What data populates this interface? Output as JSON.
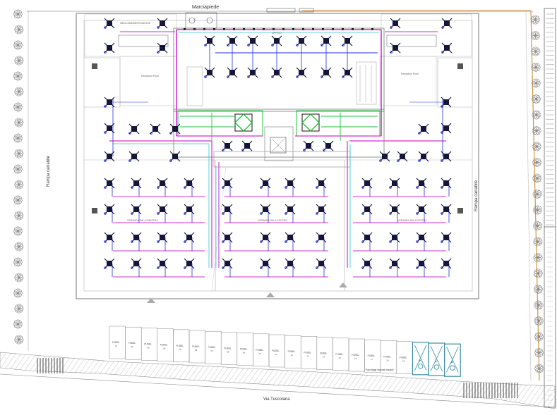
{
  "labels": {
    "street_top": "Marciapiede",
    "street_bottom": "Via Tuscolana",
    "ramp_left": "Rampa carrabile",
    "ramp_right": "Rampa carrabile"
  },
  "rooms": {
    "office_top_left": "Ufficio AMMINISTRAZIONE",
    "office_top": "UFFICIO",
    "reception_left": "Reception Punti",
    "reception_right": "Reception Punti",
    "veranda_left": "VERANDA SALA SINISTRA",
    "veranda_center": "VERANDA SALA CENTRO",
    "veranda_right": "VERANDA SALA DESTRA"
  },
  "parking": {
    "stall_label": "PUBBL.",
    "stall_count": 22,
    "disabled_stalls": 3,
    "note": "Parcheggi riservati disabili"
  },
  "colors": {
    "wall": "#9a9a9a",
    "magenta_duct": "#d52fd0",
    "blue_pipe": "#1f2fe0",
    "cyan_pipe": "#2cc7d8",
    "green_zone": "#22c23a",
    "unit_fill": "#16163a",
    "teal_stall": "#3b8fa5",
    "orange_line": "#d2963a",
    "tree_gray": "#8a8a8a"
  }
}
